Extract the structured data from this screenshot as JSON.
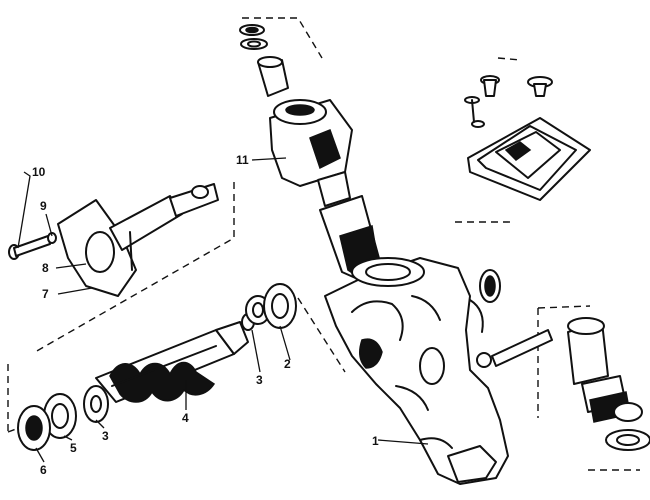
{
  "diagram": {
    "part_labels": {
      "p1": "1",
      "p2": "2",
      "p3a": "3",
      "p3b": "3",
      "p4": "4",
      "p5": "5",
      "p6": "6",
      "p7": "7",
      "p8": "8",
      "p9": "9",
      "p10": "10",
      "p11": "11"
    }
  }
}
